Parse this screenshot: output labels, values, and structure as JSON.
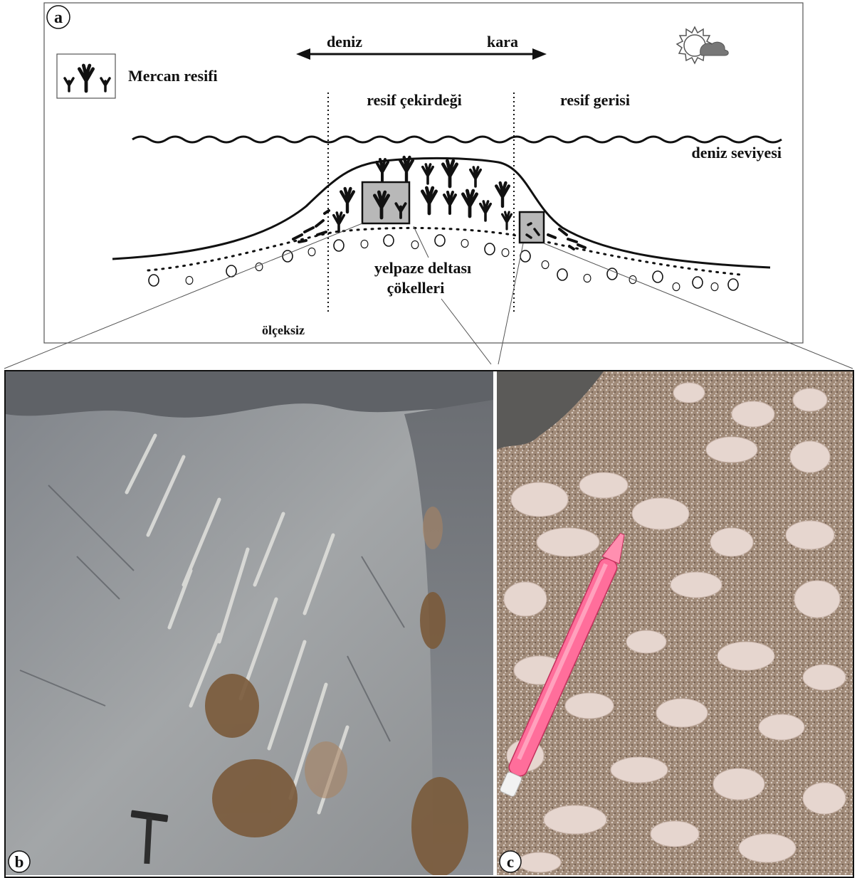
{
  "panel_a": {
    "panel_label": "a",
    "direction_left": "deniz",
    "direction_right": "kara",
    "legend_label": "Mercan resifi",
    "zone_core": "resif çekirdeği",
    "zone_back": "resif gerisi",
    "sea_level": "deniz seviyesi",
    "fan_delta_line1": "yelpaze deltası",
    "fan_delta_line2": "çökelleri",
    "scale_note": "ölçeksiz",
    "weather_icon": "sun-behind-cloud-icon",
    "coral_icon": "branching-coral-icon"
  },
  "panel_b": {
    "panel_label": "b"
  },
  "panel_c": {
    "panel_label": "c"
  },
  "colors": {
    "line": "#111111",
    "coral": "#111111",
    "inset_fill": "#b8b8b8",
    "rock_gray": "#8e9196",
    "rock_light": "#d9d9d6",
    "vegetation": "#7a5a3a",
    "gravel_tan": "#a08a78",
    "clast_pink": "#e6d6cf",
    "pen_pink": "#ff6e9b"
  }
}
